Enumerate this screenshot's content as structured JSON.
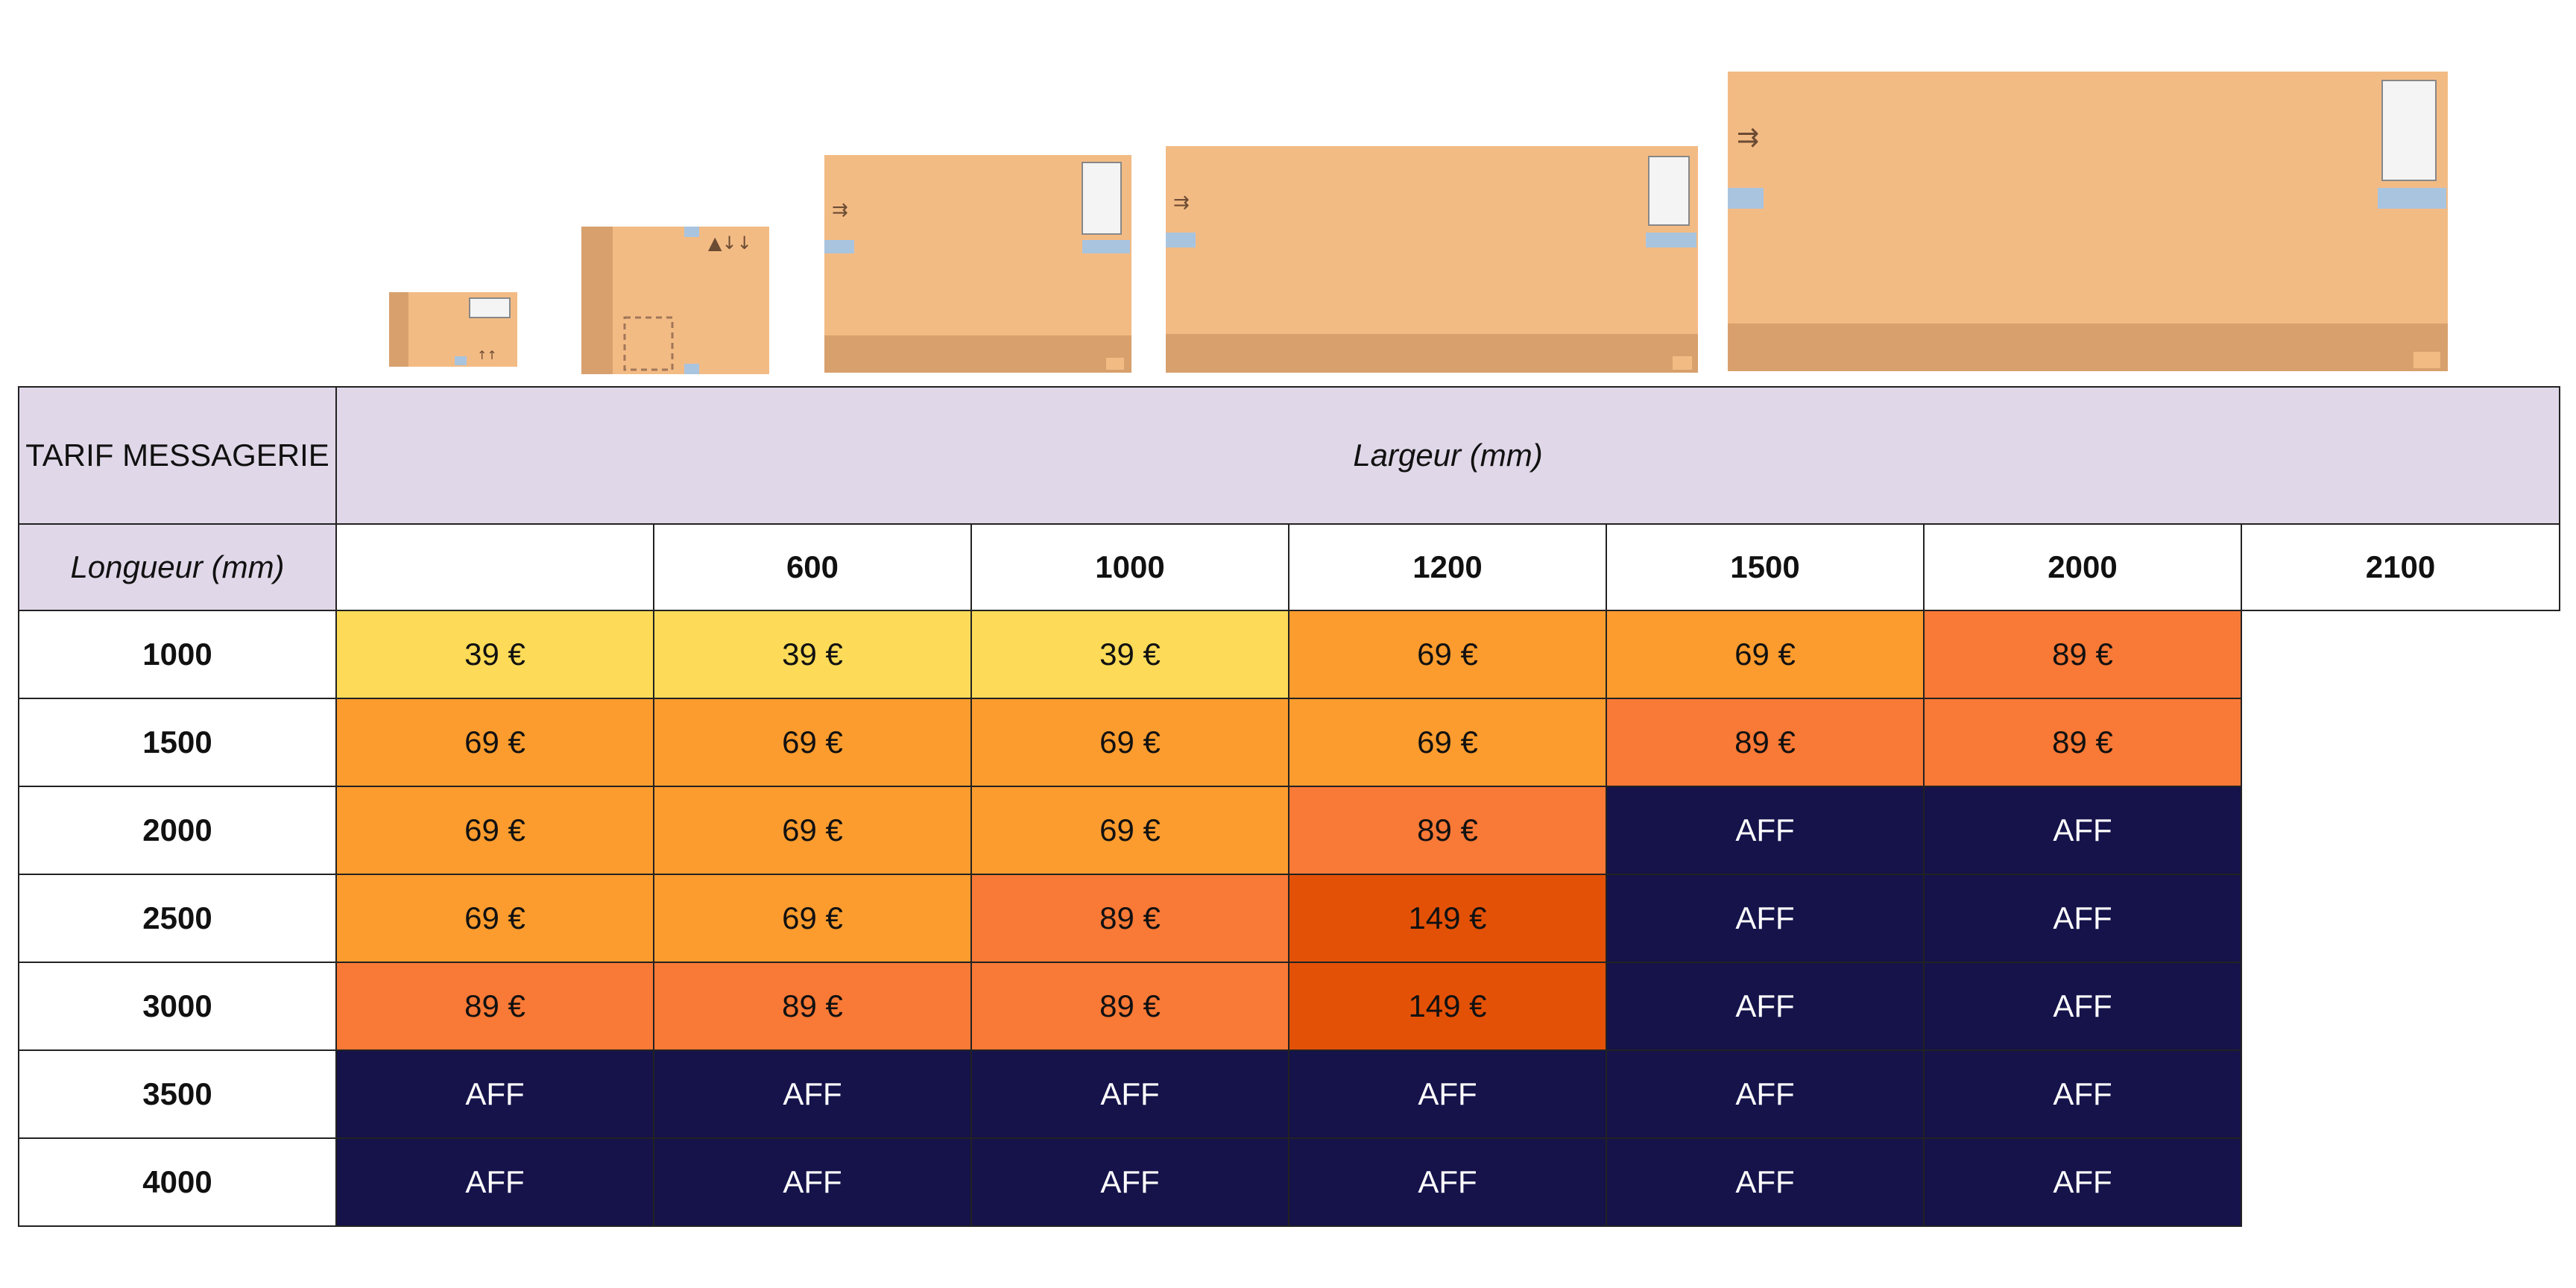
{
  "colors": {
    "yellow": "#fddb58",
    "orange": "#fd9c2e",
    "dark_orange": "#f97936",
    "red_orange": "#e35107",
    "navy": "#15134a",
    "header_bg": "#e0d8e9",
    "box_body": "#f3bb84",
    "box_strip": "#d8a06d"
  },
  "icons": [
    "box-small-icon",
    "box-tall-icon",
    "box-medium-icon",
    "box-long-icon",
    "box-large-icon"
  ],
  "chart_data": {
    "type": "table",
    "title": "TARIF MESSAGERIE",
    "column_header": "Largeur (mm)",
    "row_header": "Longueur (mm)",
    "columns": [
      "600",
      "1000",
      "1200",
      "1500",
      "2000",
      "2100"
    ],
    "rows": [
      {
        "label": "1000",
        "cells": [
          "39 €",
          "39 €",
          "39 €",
          "69 €",
          "69 €",
          "89 €"
        ]
      },
      {
        "label": "1500",
        "cells": [
          "69 €",
          "69 €",
          "69 €",
          "69 €",
          "89 €",
          "89 €"
        ]
      },
      {
        "label": "2000",
        "cells": [
          "69 €",
          "69 €",
          "69 €",
          "89 €",
          "AFF",
          "AFF"
        ]
      },
      {
        "label": "2500",
        "cells": [
          "69 €",
          "69 €",
          "89 €",
          "149 €",
          "AFF",
          "AFF"
        ]
      },
      {
        "label": "3000",
        "cells": [
          "89 €",
          "89 €",
          "89 €",
          "149 €",
          "AFF",
          "AFF"
        ]
      },
      {
        "label": "3500",
        "cells": [
          "AFF",
          "AFF",
          "AFF",
          "AFF",
          "AFF",
          "AFF"
        ]
      },
      {
        "label": "4000",
        "cells": [
          "AFF",
          "AFF",
          "AFF",
          "AFF",
          "AFF",
          "AFF"
        ]
      }
    ]
  }
}
